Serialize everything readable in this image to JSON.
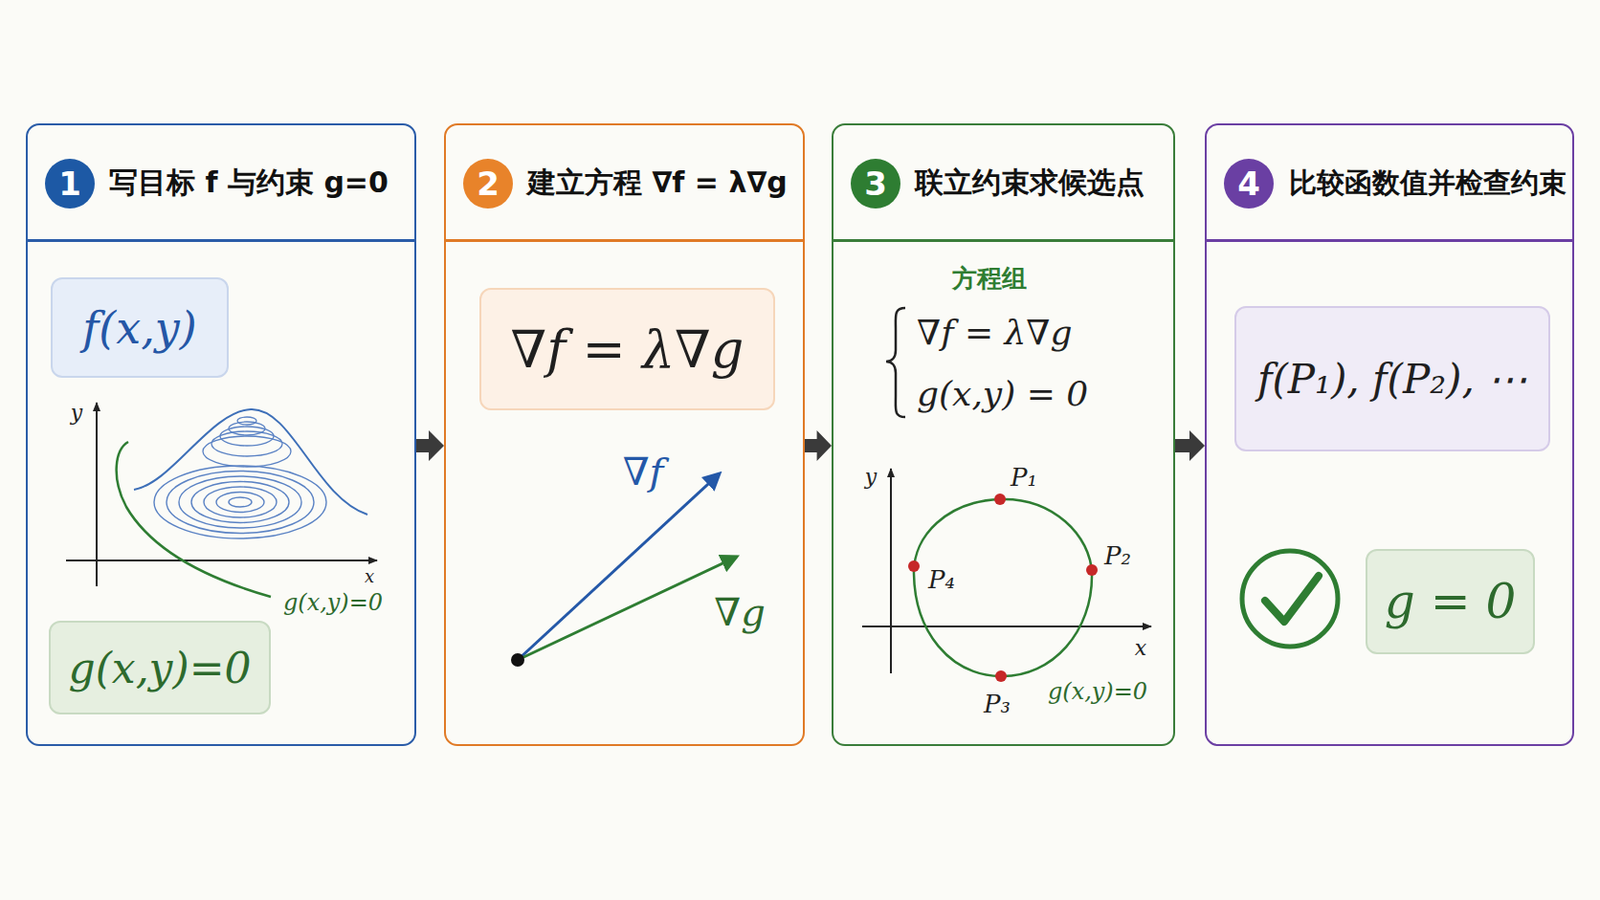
{
  "diagram": {
    "nodes": [
      {
        "text": [
          "写目标 f 与约束 g=0"
        ]
      },
      {
        "text": [
          "1"
        ],
        "in": 0
      },
      {
        "text": [
          "f(x,y)"
        ],
        "in": 0
      },
      {
        "text": [
          "g(x,y)=0"
        ],
        "in": 0
      },
      {
        "text": [
          "建立方程 ∇f = λ∇g"
        ]
      },
      {
        "text": [
          "2"
        ],
        "in": 4
      },
      {
        "text": [
          "∇f = λ∇g"
        ],
        "in": 4
      },
      {
        "text": [
          "联立约束求候选点"
        ]
      },
      {
        "text": [
          "3"
        ],
        "in": 7
      },
      {
        "text": [
          "比较函数值并检查约束"
        ]
      },
      {
        "text": [
          "4"
        ],
        "in": 9
      },
      {
        "text": [
          "f(P₁), f(P₂), ⋯"
        ],
        "in": 9
      },
      {
        "text": [
          "g = 0"
        ],
        "in": 9
      }
    ],
    "edges": [
      {
        "from": 0,
        "to": 4,
        "arrow": "to"
      },
      {
        "from": 4,
        "to": 7,
        "arrow": "to"
      },
      {
        "from": 7,
        "to": 9,
        "arrow": "to"
      }
    ],
    "labels": [
      "y",
      "x",
      "g(x,y)=0",
      "∇f",
      "∇g",
      "方程组",
      "∇f = λ∇g",
      "g(x,y) = 0",
      "y",
      "x",
      "P₁",
      "P₂",
      "P₃",
      "P₄",
      "g(x,y)=0"
    ]
  }
}
